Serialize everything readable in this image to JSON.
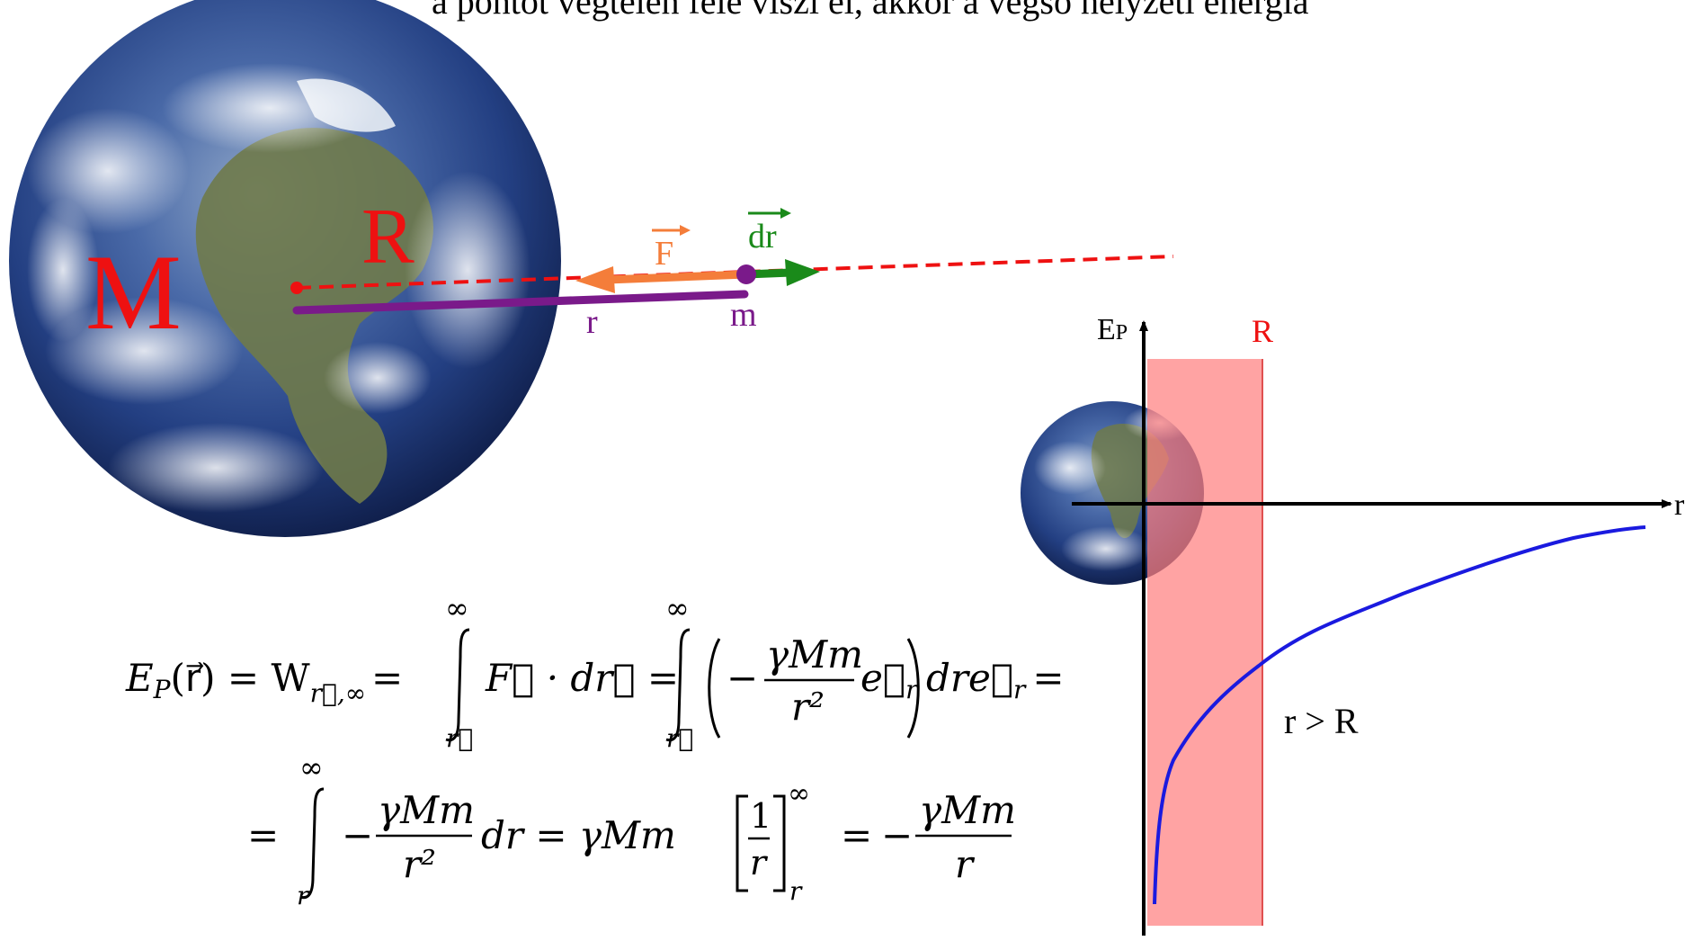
{
  "top_text_fragment": "a pontot végtelen felé viszi el, akkor a végső helyzeti energia",
  "diagram": {
    "mass_label": "M",
    "radius_label": "R",
    "force_label": "F",
    "dr_label": "dr",
    "r_label": "r",
    "small_mass_label": "m",
    "colors": {
      "mass": "#ee1111",
      "force": "#f47d3a",
      "dr": "#1a8a1a",
      "r_line": "#7a1a8a",
      "curve": "#1a1adf",
      "band": "#ff8080"
    }
  },
  "graph": {
    "y_axis_label": "E",
    "y_axis_sub": "P",
    "x_axis_label": "r",
    "boundary_label": "R",
    "condition_label": "r > R"
  },
  "formula": {
    "inf": "∞",
    "lhs": "E",
    "lhs_sub": "P",
    "arg": "(r⃗) = W",
    "w_sub": "r⃗,∞",
    "eq": "=",
    "integrand1": "F⃗ · dr⃗ =",
    "lower1": "r⃗",
    "numerator": "γMm",
    "denominator": "r²",
    "er": "e⃗",
    "er_sub": "r",
    "after": "dre⃗",
    "lower2": "r",
    "dr": "dr = γMm",
    "bracket_num": "1",
    "bracket_den": "r",
    "final_den": "r",
    "minus": "−"
  }
}
